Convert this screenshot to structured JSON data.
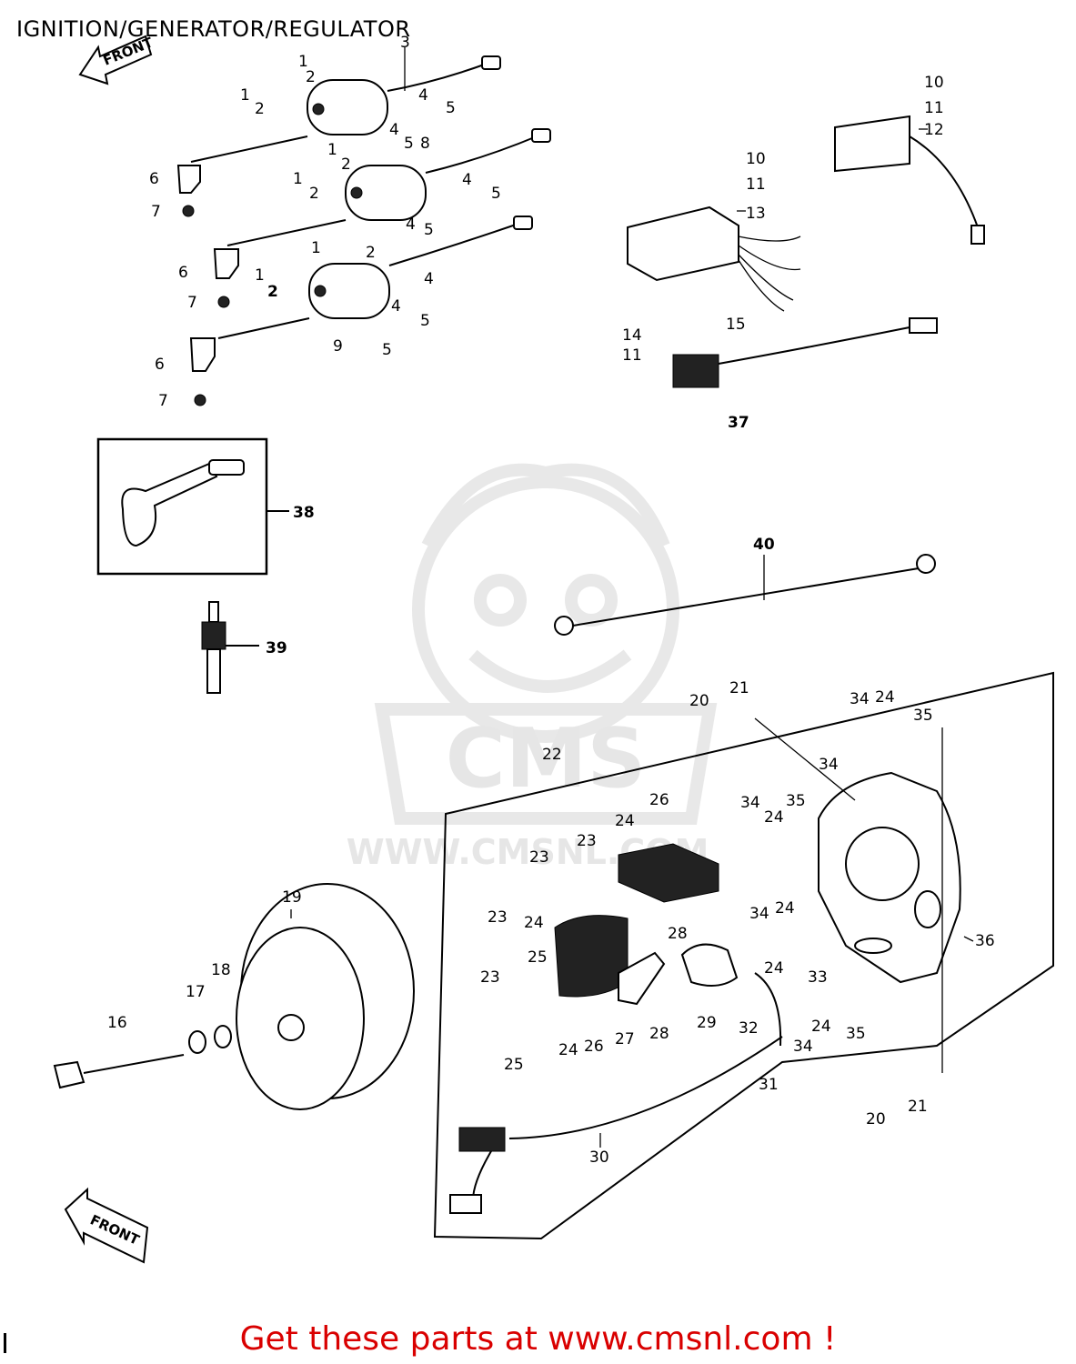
{
  "title": "IGNITION/GENERATOR/REGULATOR",
  "footer": "Get these parts at www.cmsnl.com !",
  "watermark": {
    "site": "WWW.CMSNL.COM",
    "brand": "CMS"
  },
  "front_arrows": [
    "FRONT",
    "FRONT"
  ],
  "colors": {
    "footer": "#d90000",
    "ink": "#000000",
    "watermark": "#e6e6e6"
  },
  "callouts": {
    "c1a": "1",
    "c2a": "2",
    "c3": "3",
    "c1b": "1",
    "c2b": "2",
    "c4a": "4",
    "c5a": "5",
    "c4b": "4",
    "c5b": "5",
    "c8": "8",
    "c1c": "1",
    "c2c": "2",
    "c1d": "1",
    "c2d": "2",
    "c4c": "4",
    "c5c": "5",
    "c4d": "4",
    "c5d": "5",
    "c6a": "6",
    "c7a": "7",
    "c1e": "1",
    "c2e": "2",
    "c1f": "1",
    "c2f": "2",
    "c4e": "4",
    "c5e": "5",
    "c4f": "4",
    "c5f": "5",
    "c6b": "6",
    "c7b": "7",
    "c9": "9",
    "c6c": "6",
    "c7c": "7",
    "c10a": "10",
    "c11a": "11",
    "c12": "12",
    "c10b": "10",
    "c11b": "11",
    "c13": "13",
    "c14": "14",
    "c15": "15",
    "c11c": "11",
    "c37": "37",
    "c38": "38",
    "c39": "39",
    "c40": "40",
    "c20a": "20",
    "c21a": "21",
    "c34a": "34",
    "c24a": "24",
    "c35a": "35",
    "c34b": "34",
    "c22": "22",
    "c26a": "26",
    "c24b": "24",
    "c34c": "34",
    "c24c": "24",
    "c35b": "35",
    "c23a": "23",
    "c23b": "23",
    "c34d": "34",
    "c24d": "24",
    "c23c": "23",
    "c24e": "24",
    "c28a": "28",
    "c25a": "25",
    "c24f": "24",
    "c33": "33",
    "c23d": "23",
    "c36": "36",
    "c19": "19",
    "c18": "18",
    "c17": "17",
    "c16": "16",
    "c24g": "24",
    "c26b": "26",
    "c27": "27",
    "c28b": "28",
    "c29": "29",
    "c32": "32",
    "c34e": "34",
    "c24h": "24",
    "c35c": "35",
    "c25b": "25",
    "c31": "31",
    "c20b": "20",
    "c21b": "21",
    "c30": "30"
  }
}
